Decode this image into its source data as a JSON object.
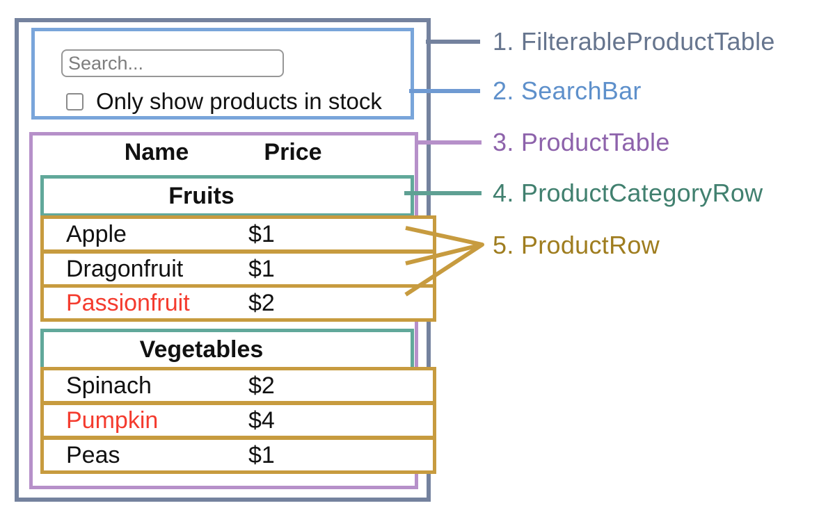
{
  "search_bar": {
    "placeholder": "Search...",
    "checkbox_label": "Only show products in stock"
  },
  "table": {
    "name_header": "Name",
    "price_header": "Price",
    "sections": [
      {
        "category": "Fruits",
        "rows": [
          {
            "name": "Apple",
            "price": "$1",
            "stocked": true
          },
          {
            "name": "Dragonfruit",
            "price": "$1",
            "stocked": true
          },
          {
            "name": "Passionfruit",
            "price": "$2",
            "stocked": false
          }
        ]
      },
      {
        "category": "Vegetables",
        "rows": [
          {
            "name": "Spinach",
            "price": "$2",
            "stocked": true
          },
          {
            "name": "Pumpkin",
            "price": "$4",
            "stocked": false
          },
          {
            "name": "Peas",
            "price": "$1",
            "stocked": true
          }
        ]
      }
    ]
  },
  "annotations": [
    {
      "label": "1. FilterableProductTable",
      "color": "#66758e"
    },
    {
      "label": "2. SearchBar",
      "color": "#5e90cb"
    },
    {
      "label": "3. ProductTable",
      "color": "#8d62ab"
    },
    {
      "label": "4. ProductCategoryRow",
      "color": "#41806f"
    },
    {
      "label": "5. ProductRow",
      "color": "#9f7d1f"
    }
  ],
  "colors": {
    "outer_border": "#74829e",
    "search_bar_border": "#79a5da",
    "product_table_border": "#b690c9",
    "category_border": "#61a89a",
    "product_row_border": "#c79b3f",
    "connector_gray": "#74829e",
    "connector_blue": "#6f9ad2",
    "connector_purple": "#b690c9",
    "connector_teal": "#5fa093",
    "connector_gold": "#c79b3f",
    "out_of_stock_text": "#f43b2e",
    "text": "#111111"
  }
}
